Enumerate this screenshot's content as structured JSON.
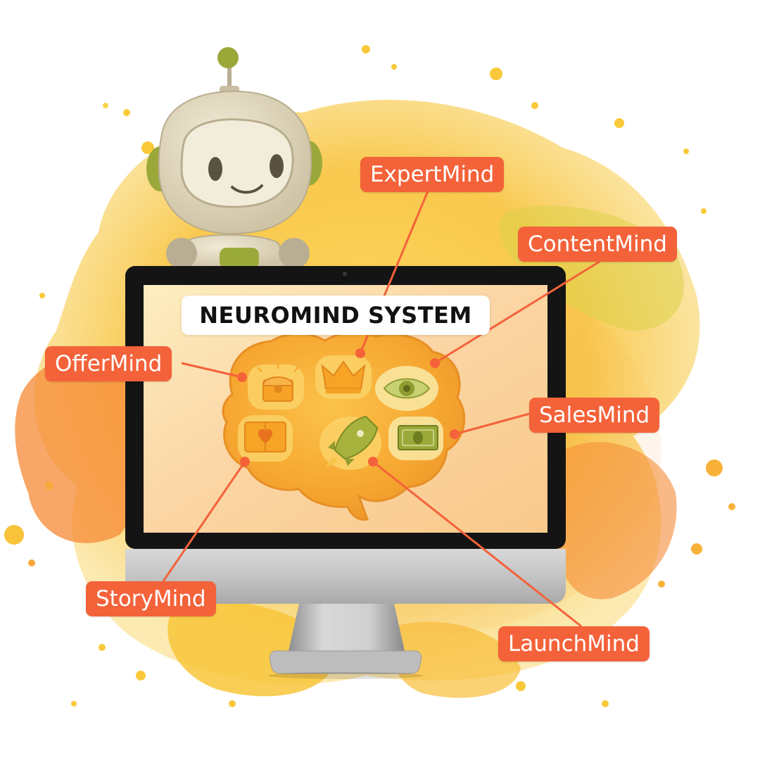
{
  "title": "NEUROMIND SYSTEM",
  "modules": {
    "expert": "ExpertMind",
    "content": "ContentMind",
    "offer": "OfferMind",
    "sales": "SalesMind",
    "story": "StoryMind",
    "launch": "LaunchMind"
  },
  "colors": {
    "label_bg": "#f4623a",
    "label_text": "#ffffff",
    "connector": "#f4623a",
    "splash_yellow": "#f9c92e",
    "splash_orange": "#f7923a",
    "brain": "#f7b13a",
    "icon_green": "#9aaa3a"
  },
  "icons": [
    "treasure-chest-icon",
    "crown-icon",
    "eye-icon",
    "book-heart-icon",
    "rocket-icon",
    "money-icon"
  ]
}
